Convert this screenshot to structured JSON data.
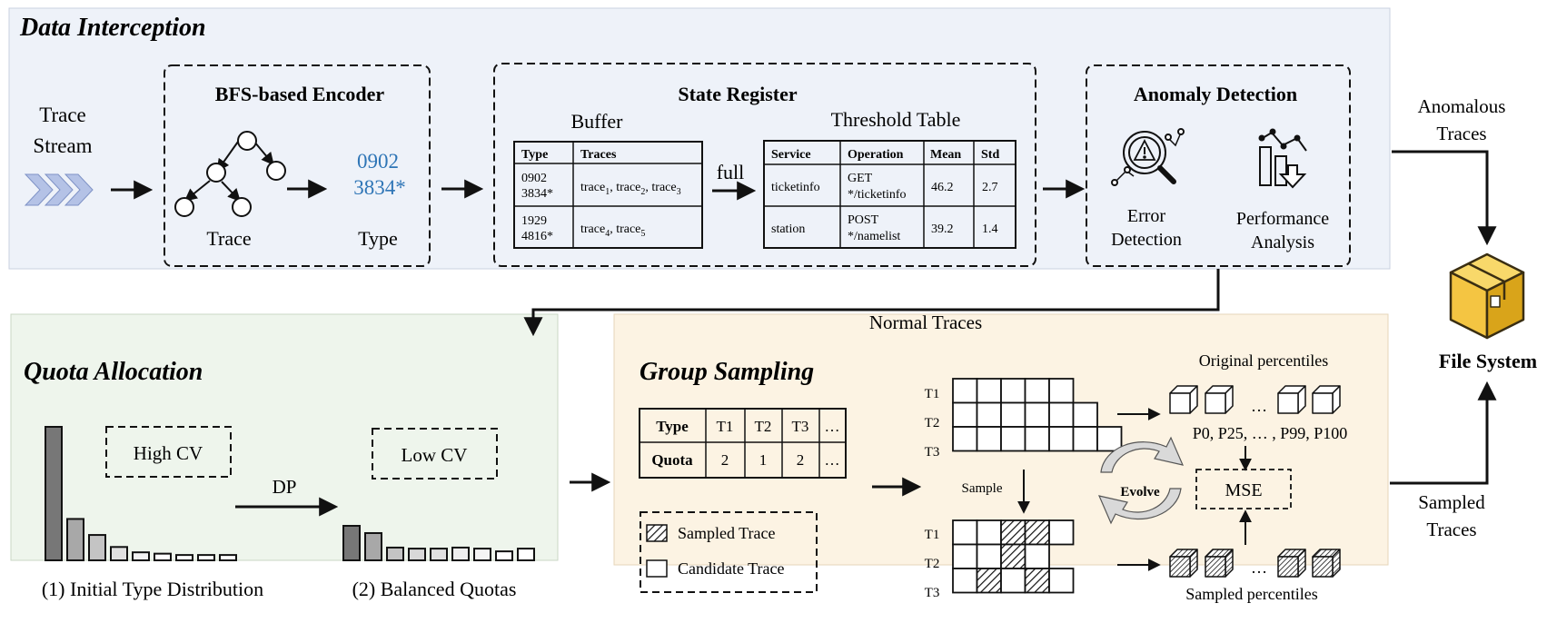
{
  "panels": {
    "data_interception": "Data Interception",
    "quota_allocation": "Quota Allocation",
    "group_sampling": "Group Sampling"
  },
  "trace_stream": {
    "line1": "Trace",
    "line2": "Stream"
  },
  "encoder": {
    "title": "BFS-based Encoder",
    "trace_label": "Trace",
    "type_label": "Type",
    "type_line1": "0902",
    "type_line2": "3834*"
  },
  "state_register": {
    "title": "State Register",
    "buffer_title": "Buffer",
    "threshold_title": "Threshold Table",
    "full_label": "full",
    "buffer_headers": [
      "Type",
      "Traces"
    ],
    "buffer_rows": [
      {
        "type1": "0902",
        "type2": "3834*",
        "traces": "trace1, trace2, trace3"
      },
      {
        "type1": "1929",
        "type2": "4816*",
        "traces": "trace4, trace5"
      }
    ],
    "threshold_headers": [
      "Service",
      "Operation",
      "Mean",
      "Std"
    ],
    "threshold_rows": [
      {
        "service": "ticketinfo",
        "op1": "GET",
        "op2": "*/ticketinfo",
        "mean": "46.2",
        "std": "2.7"
      },
      {
        "service": "station",
        "op1": "POST",
        "op2": "*/namelist",
        "mean": "39.2",
        "std": "1.4"
      }
    ]
  },
  "anomaly": {
    "title": "Anomaly Detection",
    "error1": "Error",
    "error2": "Detection",
    "perf1": "Performance",
    "perf2": "Analysis"
  },
  "flows": {
    "anomalous1": "Anomalous",
    "anomalous2": "Traces",
    "normal": "Normal Traces",
    "sampled1": "Sampled",
    "sampled2": "Traces",
    "file_system": "File System"
  },
  "quota": {
    "high_cv": "High CV",
    "low_cv": "Low CV",
    "dp": "DP",
    "initial_caption": "(1) Initial Type Distribution",
    "balanced_caption": "(2) Balanced Quotas",
    "initial_bars": [
      1.0,
      0.31,
      0.19,
      0.1,
      0.06,
      0.05,
      0.04,
      0.04,
      0.04
    ],
    "balanced_bars": [
      1.0,
      0.79,
      0.37,
      0.34,
      0.34,
      0.37,
      0.34,
      0.26,
      0.34
    ]
  },
  "group_sampling": {
    "quota_table": {
      "row1": [
        "Type",
        "T1",
        "T2",
        "T3",
        "…"
      ],
      "row2": [
        "Quota",
        "2",
        "1",
        "2",
        "…"
      ]
    },
    "legend_sampled": "Sampled Trace",
    "legend_candidate": "Candidate Trace",
    "row_labels": [
      "T1",
      "T2",
      "T3"
    ],
    "sample_label": "Sample",
    "evolve_label": "Evolve",
    "mse_label": "MSE",
    "original_percentiles": "Original percentiles",
    "percentile_list": "P0, P25, … , P99, P100",
    "sampled_percentiles": "Sampled percentiles",
    "ellipsis": "…"
  },
  "colors": {
    "top_panel": "#eef2f9",
    "left_panel": "#eef5ec",
    "right_panel": "#fcf3e3",
    "type_blue": "#2e75b6",
    "chevron": "#b4c2e6",
    "box_gold": "#f4c542",
    "box_gold_dark": "#d9a41a"
  }
}
